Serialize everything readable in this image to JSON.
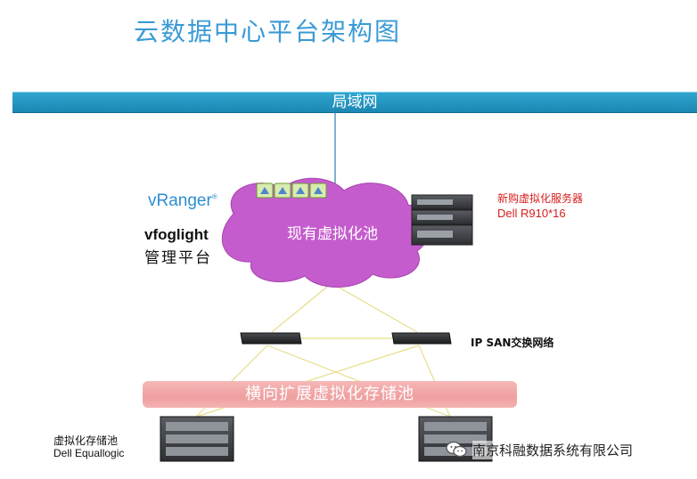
{
  "title": "云数据中心平台架构图",
  "lan": {
    "label": "局域网"
  },
  "cloud": {
    "label": "现有虚拟化池"
  },
  "management": {
    "logo_text": "vRanger",
    "logo_mark": "®",
    "product": "vfoglight",
    "label": "管理平台"
  },
  "new_servers": {
    "title": "新购虚拟化服务器",
    "model": "Dell R910*16"
  },
  "network": {
    "label": "IP SAN交换网络"
  },
  "storage_pool": {
    "label": "横向扩展虚拟化存储池"
  },
  "storage": {
    "title": "虚拟化存储池",
    "model": "Dell Equallogic"
  },
  "watermark": {
    "text": "南京科融数据系统有限公司",
    "icon": "wechat-icon"
  },
  "colors": {
    "title": "#3a9ad6",
    "lan_bar": "#1f8fbc",
    "cloud": "#c05bc8",
    "storage_bar": "#f2a8a8",
    "accent_red": "#d71e1e",
    "link_lines": "#e8de8a"
  }
}
